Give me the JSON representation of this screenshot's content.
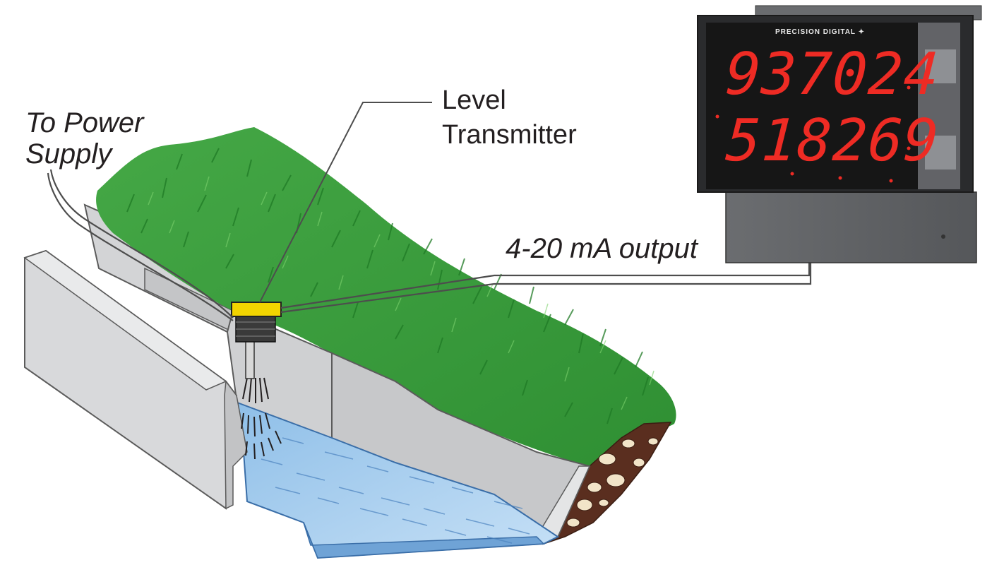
{
  "labels": {
    "power_supply_line1": "To Power",
    "power_supply_line2": "Supply",
    "level_transmitter_line1": "Level",
    "level_transmitter_line2": "Transmitter",
    "output": "4-20 mA output"
  },
  "display": {
    "brand": "PRECISION DIGITAL ✦",
    "top_reading": "937024",
    "bottom_reading": "518269",
    "digit_color": "#ee2b24"
  },
  "colors": {
    "grass": "#3a9a3a",
    "water": "#a8cdee",
    "concrete": "#cfd0d2",
    "transmitter": "#f2d400",
    "enclosure": "#5c5e61"
  }
}
